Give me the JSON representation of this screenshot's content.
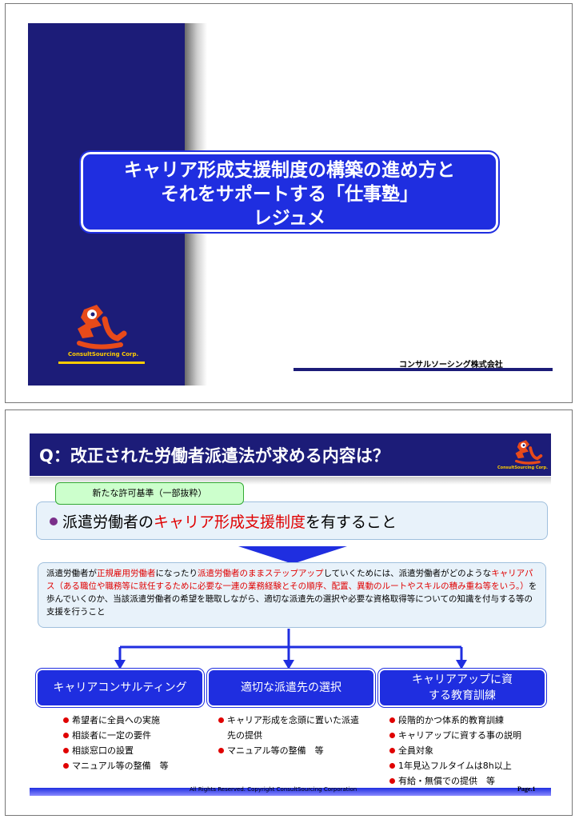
{
  "slide1": {
    "title_lines": [
      "キャリア形成支援制度の構築の進め方と",
      "それをサポートする「仕事塾」",
      "レジュメ"
    ],
    "logo_text": "ConsultSourcing Corp.",
    "company": "コンサルソーシング株式会社"
  },
  "slide2": {
    "heading": "Q：改正された労働者派遣法が求める内容は？",
    "logo_text": "ConsultSourcing Corp.",
    "tag": "新たな許可基準（一部抜粋）",
    "requirement": {
      "before": "派遣労働者の",
      "highlight": "キャリア形成支援制度",
      "after": "を有すること"
    },
    "description": {
      "p1": "派遣労働者が",
      "p2_red": "正規雇用労働者",
      "p3": "になったり",
      "p4_red": "派遣労働者のままステップアップ",
      "p5": "していくためには、派遣労働者がどのような",
      "p6_red": "キャリアパス（ある職位や職務等に就任するために必要な一連の業務経験とその順序、配置、異動のルートやスキルの積み重ね等をいう。）",
      "p7": "を歩んでいくのか、当該派遣労働者の希望を聴取しながら、適切な派遣先の選択や必要な資格取得等についての知識を付与する等の支援を行うこと"
    },
    "columns": [
      {
        "title": "キャリアコンサルティング",
        "items": [
          "希望者に全員への実施",
          "相談者に一定の要件",
          "相談窓口の設置",
          "マニュアル等の整備　等"
        ]
      },
      {
        "title": "適切な派遣先の選択",
        "items": [
          "キャリア形成を念頭に置いた派遣先の提供",
          "マニュアル等の整備　等"
        ]
      },
      {
        "title": "キャリアアップに資する教育訓練",
        "items": [
          "段階的かつ体系的教育訓練",
          "キャリアップに資する事の説明",
          "全員対象",
          "1年見込フルタイムは8h以上",
          "有給・無償での提供　等"
        ]
      }
    ],
    "footer": "All Rights Reserved. Copyright  ConsultSourcing Corporation",
    "page": "Page.1"
  },
  "colors": {
    "navy": "#1c1c78",
    "blue": "#1f2ee0",
    "red": "#e00000",
    "logo": "#e84a1a",
    "gold": "#ffcc00"
  },
  "icons": {
    "logo": "consultsourcing-logo-icon",
    "arrow": "down-arrow-icon"
  }
}
